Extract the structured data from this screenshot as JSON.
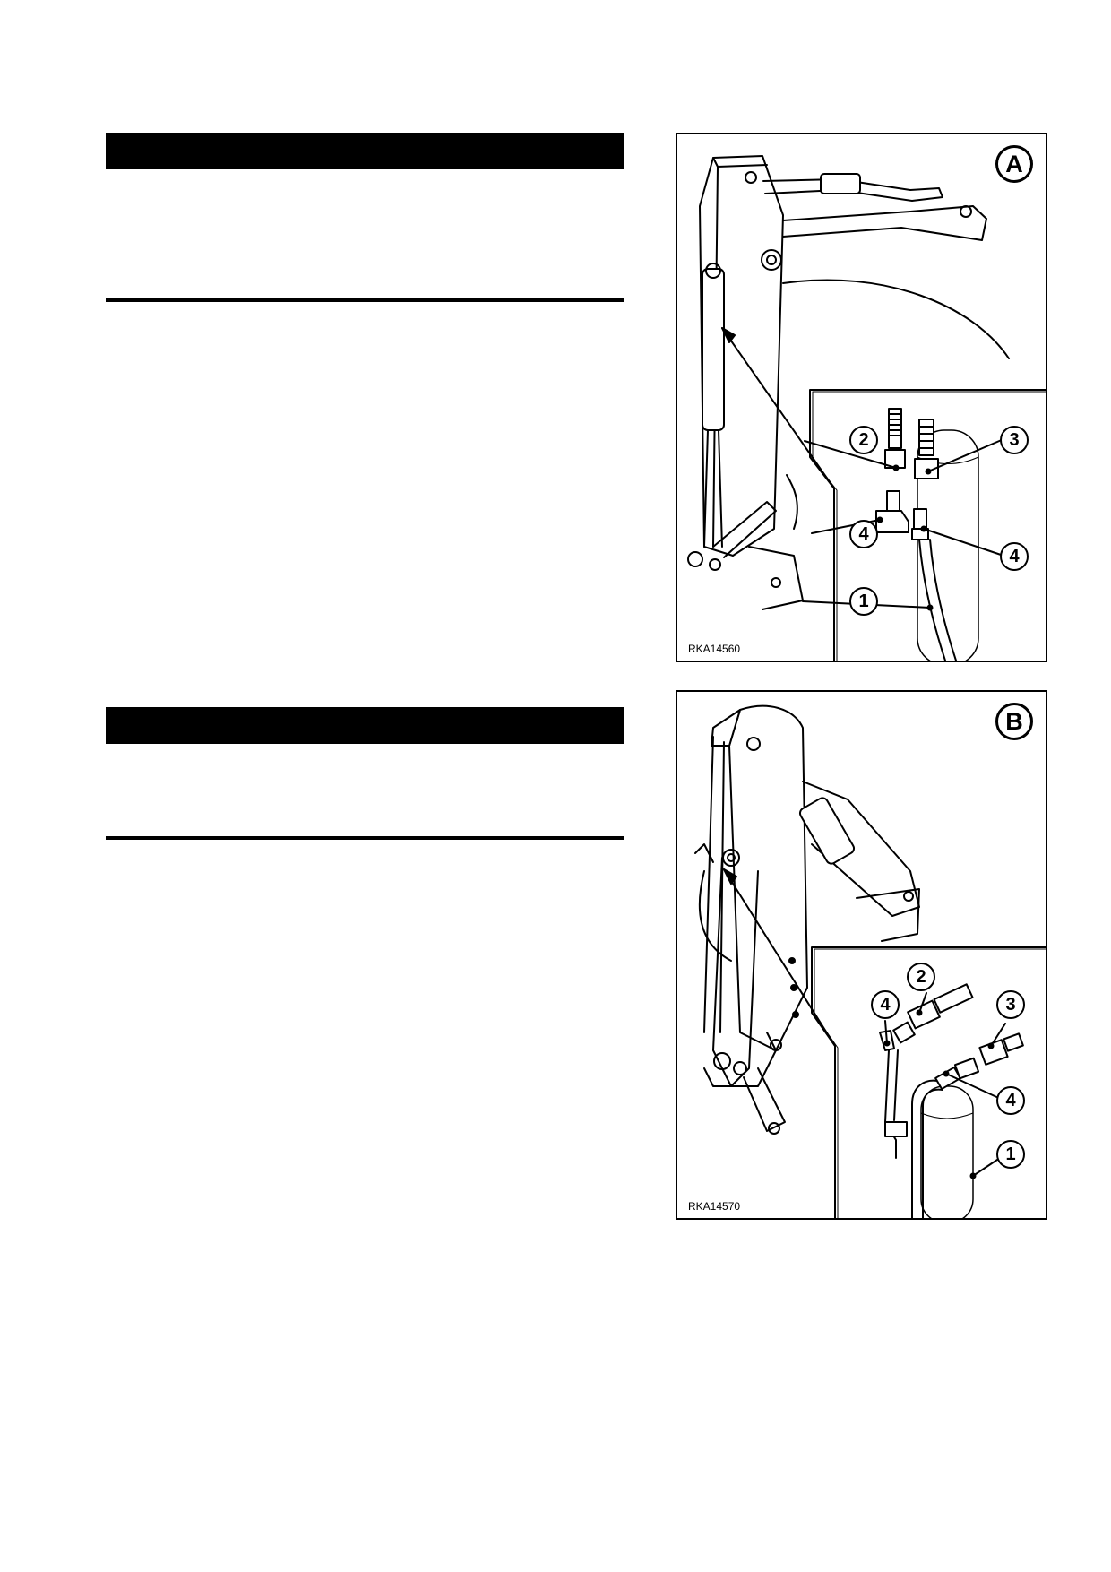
{
  "sections": [
    {
      "heading": ""
    },
    {
      "heading": ""
    }
  ],
  "figures": [
    {
      "letter": "A",
      "code": "RKA14560",
      "callouts": [
        {
          "label": "2"
        },
        {
          "label": "3"
        },
        {
          "label": "4"
        },
        {
          "label": "4"
        },
        {
          "label": "1"
        }
      ]
    },
    {
      "letter": "B",
      "code": "RKA14570",
      "callouts": [
        {
          "label": "2"
        },
        {
          "label": "4"
        },
        {
          "label": "3"
        },
        {
          "label": "4"
        },
        {
          "label": "1"
        }
      ]
    }
  ]
}
